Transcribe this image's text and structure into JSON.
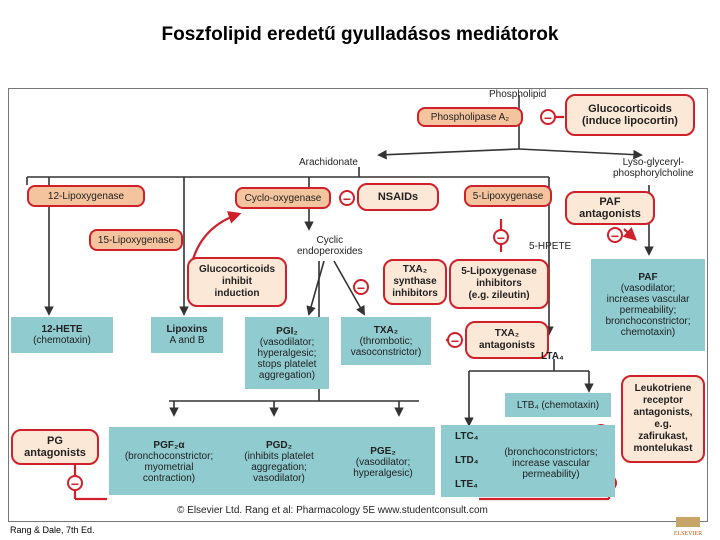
{
  "title": "Foszfolipid eredetű gyulladásos mediátorok",
  "credit": "Rang & Dale, 7th Ed.",
  "logo_text": "ELSEVIER",
  "diagram": {
    "phospholipid": "Phospholipid",
    "phospholipase": "Phospholipase A₂",
    "glucocorticoids_top": [
      "Glucocorticoids",
      "(induce lipocortin)"
    ],
    "arachidonate": "Arachidonate",
    "lyso": [
      "Lyso-glyceryl-",
      "phosphorylcholine"
    ],
    "lox12": "12-Lipoxygenase",
    "lox15": "15-Lipoxygenase",
    "cox": "Cyclo-oxygenase",
    "nsaids": "NSAIDs",
    "lox5": "5-Lipoxygenase",
    "paf_antag": [
      "PAF",
      "antagonists"
    ],
    "cyclic": [
      "Cyclic",
      "endoperoxides"
    ],
    "hpete": "5-HPETE",
    "gluco_mid": [
      "Glucocorticoids",
      "inhibit",
      "induction"
    ],
    "txa2_synth": [
      "TXA₂",
      "synthase",
      "inhibitors"
    ],
    "lox5_inh": [
      "5-Lipoxygenase",
      "inhibitors",
      "(e.g. zileutin)"
    ],
    "paf_box": [
      "PAF",
      "(vasodilator;",
      "increases vascular",
      "permeability;",
      "bronchoconstrictor;",
      "chemotaxin)"
    ],
    "hete": [
      "12-HETE",
      "(chemotaxin)"
    ],
    "lipoxins": [
      "Lipoxins",
      "A and B"
    ],
    "pgi2": [
      "PGI₂",
      "(vasodilator;",
      "hyperalgesic;",
      "stops platelet",
      "aggregation)"
    ],
    "txa2": [
      "TXA₂",
      "(thrombotic;",
      "vasoconstrictor)"
    ],
    "txa2_antag": [
      "TXA₂",
      "antagonists"
    ],
    "lta4": "LTA₄",
    "lt_antag": [
      "Leukotriene",
      "receptor",
      "antagonists,",
      "e.g.",
      "zafirukast,",
      "montelukast"
    ],
    "ltb4": "LTB₄ (chemotaxin)",
    "pg_antag": [
      "PG",
      "antagonists"
    ],
    "pgf2a": [
      "PGF₂α",
      "(bronchoconstrictor;",
      "myometrial",
      "contraction)"
    ],
    "pgd2": [
      "PGD₂",
      "(inhibits platelet",
      "aggregation;",
      "vasodilator)"
    ],
    "pge2": [
      "PGE₂",
      "(vasodilator;",
      "hyperalgesic)"
    ],
    "ltc4": "LTC₄",
    "ltd4": "LTD₄",
    "lte4": "LTE₄",
    "lt_effect": [
      "(bronchoconstrictors;",
      "increase vascular",
      "permeability)"
    ],
    "copyright": "© Elsevier Ltd. Rang et al: Pharmacology 5E www.studentconsult.com"
  },
  "colors": {
    "accent_red": "#d0202a",
    "pill_fill": "#f3c49d",
    "teal": "#8fcbcf",
    "inhibitor_fill": "#fbe8d6"
  },
  "icons": {
    "inhibition": "minus-circle-icon",
    "arrow": "arrowhead"
  }
}
